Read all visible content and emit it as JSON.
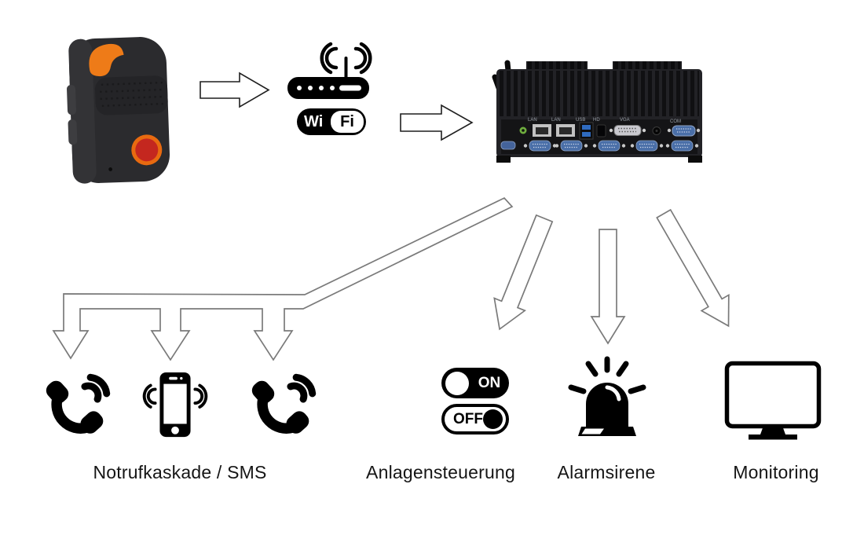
{
  "labels": {
    "notrufkaskade": "Notrufkaskade / SMS",
    "anlagensteuerung": "Anlagensteuerung",
    "alarmsirene": "Alarmsirene",
    "monitoring": "Monitoring"
  },
  "wifi_logo": {
    "wi": "Wi",
    "fi": "Fi"
  },
  "toggles": {
    "on": "ON",
    "off": "OFF"
  },
  "pc": {
    "port_labels": [
      "LAN",
      "LAN",
      "USB",
      "HD",
      "VGA",
      "COM"
    ]
  },
  "icons": {
    "source": "sos-wearable-device",
    "relay": "wifi-router-icon",
    "gateway": "industrial-pc-photo",
    "output_calls": [
      "phone-call-icon",
      "smartphone-icon",
      "phone-call-icon"
    ],
    "output_control": [
      "toggle-on-icon",
      "toggle-off-icon"
    ],
    "output_siren": "alarm-siren-icon",
    "output_monitoring": "monitor-icon"
  },
  "colors": {
    "accent_orange": "#ee7b18",
    "sos_red": "#c4271f",
    "arrow_gray": "#7a7a7a",
    "black": "#000000",
    "usb_blue": "#2f6bbf",
    "serial_blue": "#4a6fa8",
    "audio_green": "#6fae3e"
  },
  "diagram": {
    "flow": [
      {
        "from": "sos-wearable-device",
        "to": "wifi-router"
      },
      {
        "from": "wifi-router",
        "to": "industrial-pc-gateway"
      },
      {
        "from": "industrial-pc-gateway",
        "to": "Notrufkaskade / SMS"
      },
      {
        "from": "industrial-pc-gateway",
        "to": "Anlagensteuerung"
      },
      {
        "from": "industrial-pc-gateway",
        "to": "Alarmsirene"
      },
      {
        "from": "industrial-pc-gateway",
        "to": "Monitoring"
      }
    ]
  }
}
